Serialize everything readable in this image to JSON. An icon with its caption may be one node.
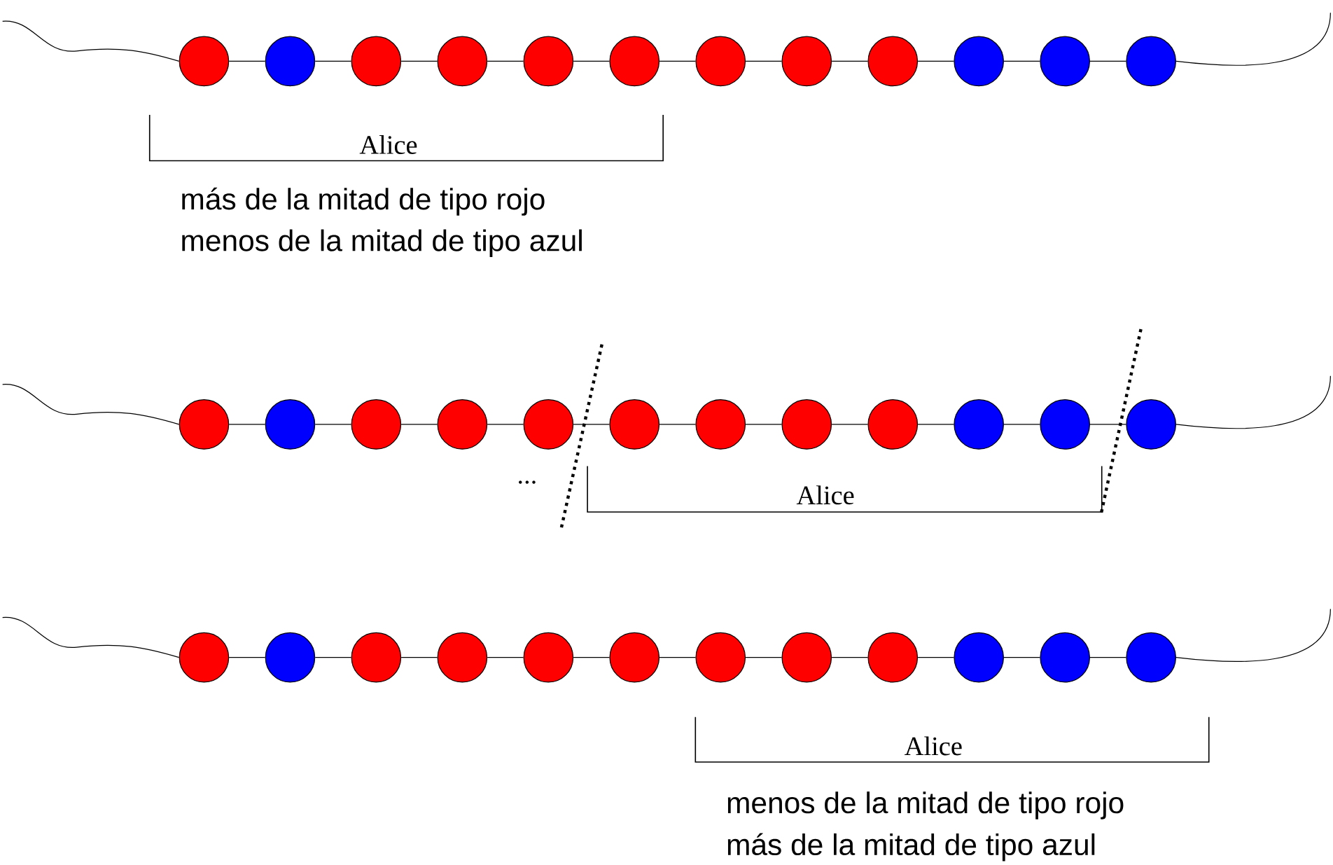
{
  "diagram": {
    "nodes": [
      {
        "text": [],
        "shape": "circle"
      },
      {
        "text": [],
        "shape": "circle"
      },
      {
        "text": [],
        "shape": "circle"
      },
      {
        "text": [],
        "shape": "circle"
      },
      {
        "text": [],
        "shape": "circle"
      },
      {
        "text": [],
        "shape": "circle"
      },
      {
        "text": [],
        "shape": "circle"
      },
      {
        "text": [],
        "shape": "circle"
      },
      {
        "text": [],
        "shape": "circle"
      },
      {
        "text": [],
        "shape": "circle"
      },
      {
        "text": [],
        "shape": "circle"
      },
      {
        "text": [],
        "shape": "circle"
      },
      {
        "text": [],
        "shape": "circle"
      },
      {
        "text": [],
        "shape": "circle"
      },
      {
        "text": [],
        "shape": "circle"
      },
      {
        "text": [],
        "shape": "circle"
      },
      {
        "text": [],
        "shape": "circle"
      },
      {
        "text": [],
        "shape": "circle"
      },
      {
        "text": [],
        "shape": "circle"
      },
      {
        "text": [],
        "shape": "circle"
      },
      {
        "text": [],
        "shape": "circle"
      },
      {
        "text": [],
        "shape": "circle"
      },
      {
        "text": [],
        "shape": "circle"
      },
      {
        "text": [],
        "shape": "circle"
      },
      {
        "text": [],
        "shape": "circle"
      },
      {
        "text": [],
        "shape": "circle"
      },
      {
        "text": [],
        "shape": "circle"
      },
      {
        "text": [],
        "shape": "circle"
      },
      {
        "text": [],
        "shape": "circle"
      },
      {
        "text": [],
        "shape": "circle"
      },
      {
        "text": [],
        "shape": "circle"
      },
      {
        "text": [],
        "shape": "circle"
      },
      {
        "text": [],
        "shape": "circle"
      },
      {
        "text": [],
        "shape": "circle"
      },
      {
        "text": [],
        "shape": "circle"
      },
      {
        "text": [],
        "shape": "circle"
      }
    ],
    "edges": [
      {
        "from": null,
        "to": 0,
        "arrow": "none"
      },
      {
        "from": 0,
        "to": 1,
        "arrow": "none"
      },
      {
        "from": 1,
        "to": 2,
        "arrow": "none"
      },
      {
        "from": 2,
        "to": 3,
        "arrow": "none"
      },
      {
        "from": 3,
        "to": 4,
        "arrow": "none"
      },
      {
        "from": 4,
        "to": 5,
        "arrow": "none"
      },
      {
        "from": 5,
        "to": 6,
        "arrow": "none"
      },
      {
        "from": 6,
        "to": 7,
        "arrow": "none"
      },
      {
        "from": 7,
        "to": 8,
        "arrow": "none"
      },
      {
        "from": 8,
        "to": 9,
        "arrow": "none"
      },
      {
        "from": 9,
        "to": 10,
        "arrow": "none"
      },
      {
        "from": 10,
        "to": 11,
        "arrow": "none"
      },
      {
        "from": 11,
        "to": null,
        "arrow": "none"
      },
      {
        "from": null,
        "to": 12,
        "arrow": "none"
      },
      {
        "from": 12,
        "to": 13,
        "arrow": "none"
      },
      {
        "from": 13,
        "to": 14,
        "arrow": "none"
      },
      {
        "from": 14,
        "to": 15,
        "arrow": "none"
      },
      {
        "from": 15,
        "to": 16,
        "arrow": "none"
      },
      {
        "from": 16,
        "to": 17,
        "arrow": "none"
      },
      {
        "from": 17,
        "to": 18,
        "arrow": "none"
      },
      {
        "from": 18,
        "to": 19,
        "arrow": "none"
      },
      {
        "from": 19,
        "to": 20,
        "arrow": "none"
      },
      {
        "from": 20,
        "to": 21,
        "arrow": "none"
      },
      {
        "from": 21,
        "to": 22,
        "arrow": "none"
      },
      {
        "from": 22,
        "to": 23,
        "arrow": "none"
      },
      {
        "from": 23,
        "to": null,
        "arrow": "none"
      },
      {
        "from": null,
        "to": 24,
        "arrow": "none"
      },
      {
        "from": 24,
        "to": 25,
        "arrow": "none"
      },
      {
        "from": 25,
        "to": 26,
        "arrow": "none"
      },
      {
        "from": 26,
        "to": 27,
        "arrow": "none"
      },
      {
        "from": 27,
        "to": 28,
        "arrow": "none"
      },
      {
        "from": 28,
        "to": 29,
        "arrow": "none"
      },
      {
        "from": 29,
        "to": 30,
        "arrow": "none"
      },
      {
        "from": 30,
        "to": 31,
        "arrow": "none"
      },
      {
        "from": 31,
        "to": 32,
        "arrow": "none"
      },
      {
        "from": 32,
        "to": 33,
        "arrow": "none"
      },
      {
        "from": 33,
        "to": 34,
        "arrow": "none"
      },
      {
        "from": 34,
        "to": 35,
        "arrow": "none"
      },
      {
        "from": 35,
        "to": null,
        "arrow": "none"
      }
    ],
    "labels": [
      "Alice",
      "más de la mitad de tipo rojo",
      "menos de la mitad de tipo azul",
      "...",
      "Alice",
      "Alice",
      "menos de la mitad de tipo rojo",
      "más de la mitad de tipo azul"
    ]
  }
}
